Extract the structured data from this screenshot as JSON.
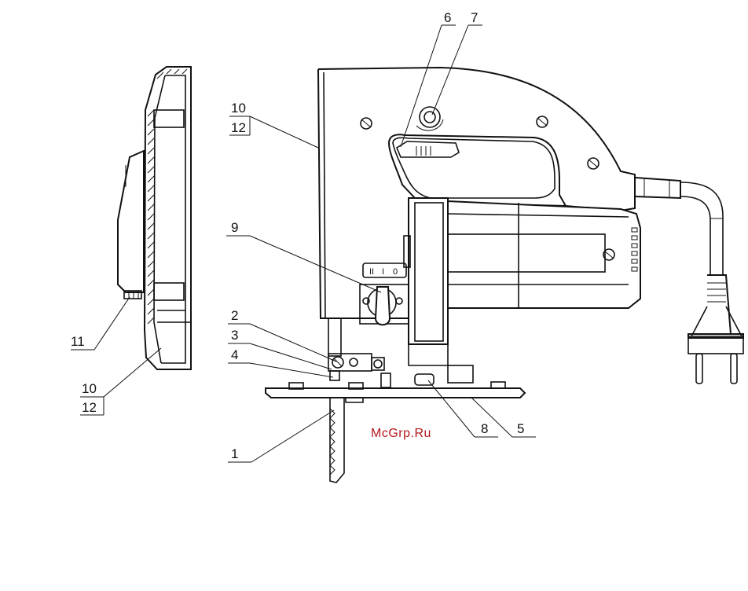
{
  "diagram": {
    "labels": {
      "l1": "1",
      "l2": "2",
      "l3": "3",
      "l4": "4",
      "l5": "5",
      "l6": "6",
      "l7": "7",
      "l8": "8",
      "l9": "9",
      "l10_top": "10",
      "l12_top": "12",
      "l10_bottom": "10",
      "l12_bottom": "12",
      "l11": "11"
    },
    "switch_marks": [
      "II",
      "I",
      "0"
    ],
    "watermark": "McGrp.Ru"
  }
}
